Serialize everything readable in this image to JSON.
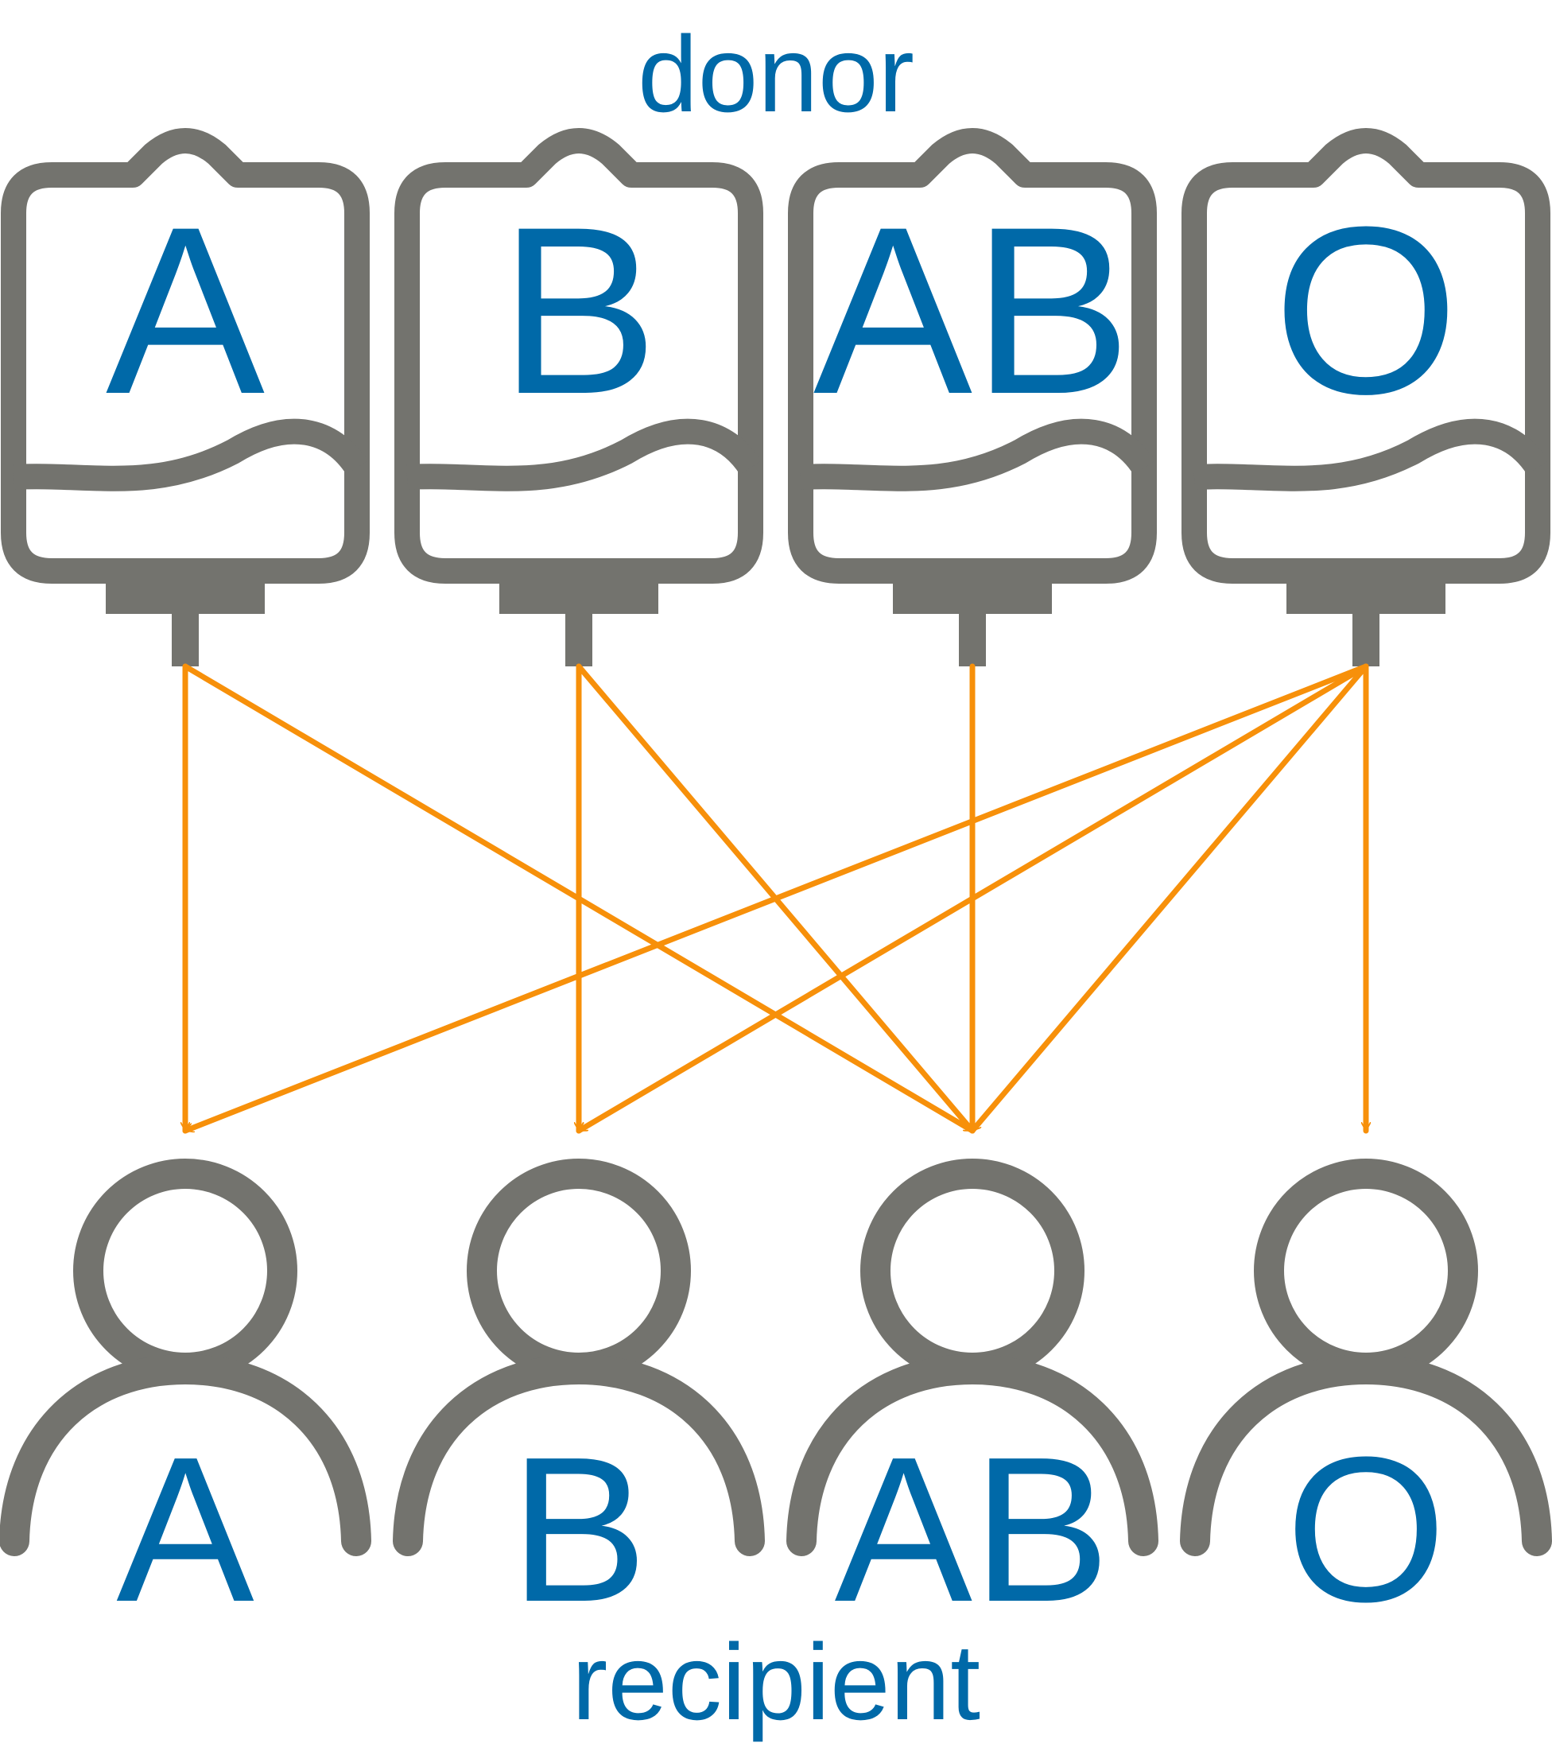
{
  "title_top": "donor",
  "title_bottom": "recipient",
  "colors": {
    "icon": "#73736e",
    "text": "#0069a8",
    "arrow": "#f7900a",
    "background": "#ffffff"
  },
  "donors": [
    {
      "label": "A",
      "icon": "blood-bag-icon"
    },
    {
      "label": "B",
      "icon": "blood-bag-icon"
    },
    {
      "label": "AB",
      "icon": "blood-bag-icon"
    },
    {
      "label": "O",
      "icon": "blood-bag-icon"
    }
  ],
  "recipients": [
    {
      "label": "A",
      "icon": "person-icon"
    },
    {
      "label": "B",
      "icon": "person-icon"
    },
    {
      "label": "AB",
      "icon": "person-icon"
    },
    {
      "label": "O",
      "icon": "person-icon"
    }
  ],
  "compatibility": [
    {
      "from": "A",
      "to": "A"
    },
    {
      "from": "A",
      "to": "AB"
    },
    {
      "from": "B",
      "to": "B"
    },
    {
      "from": "B",
      "to": "AB"
    },
    {
      "from": "AB",
      "to": "AB"
    },
    {
      "from": "O",
      "to": "A"
    },
    {
      "from": "O",
      "to": "B"
    },
    {
      "from": "O",
      "to": "AB"
    },
    {
      "from": "O",
      "to": "O"
    }
  ]
}
